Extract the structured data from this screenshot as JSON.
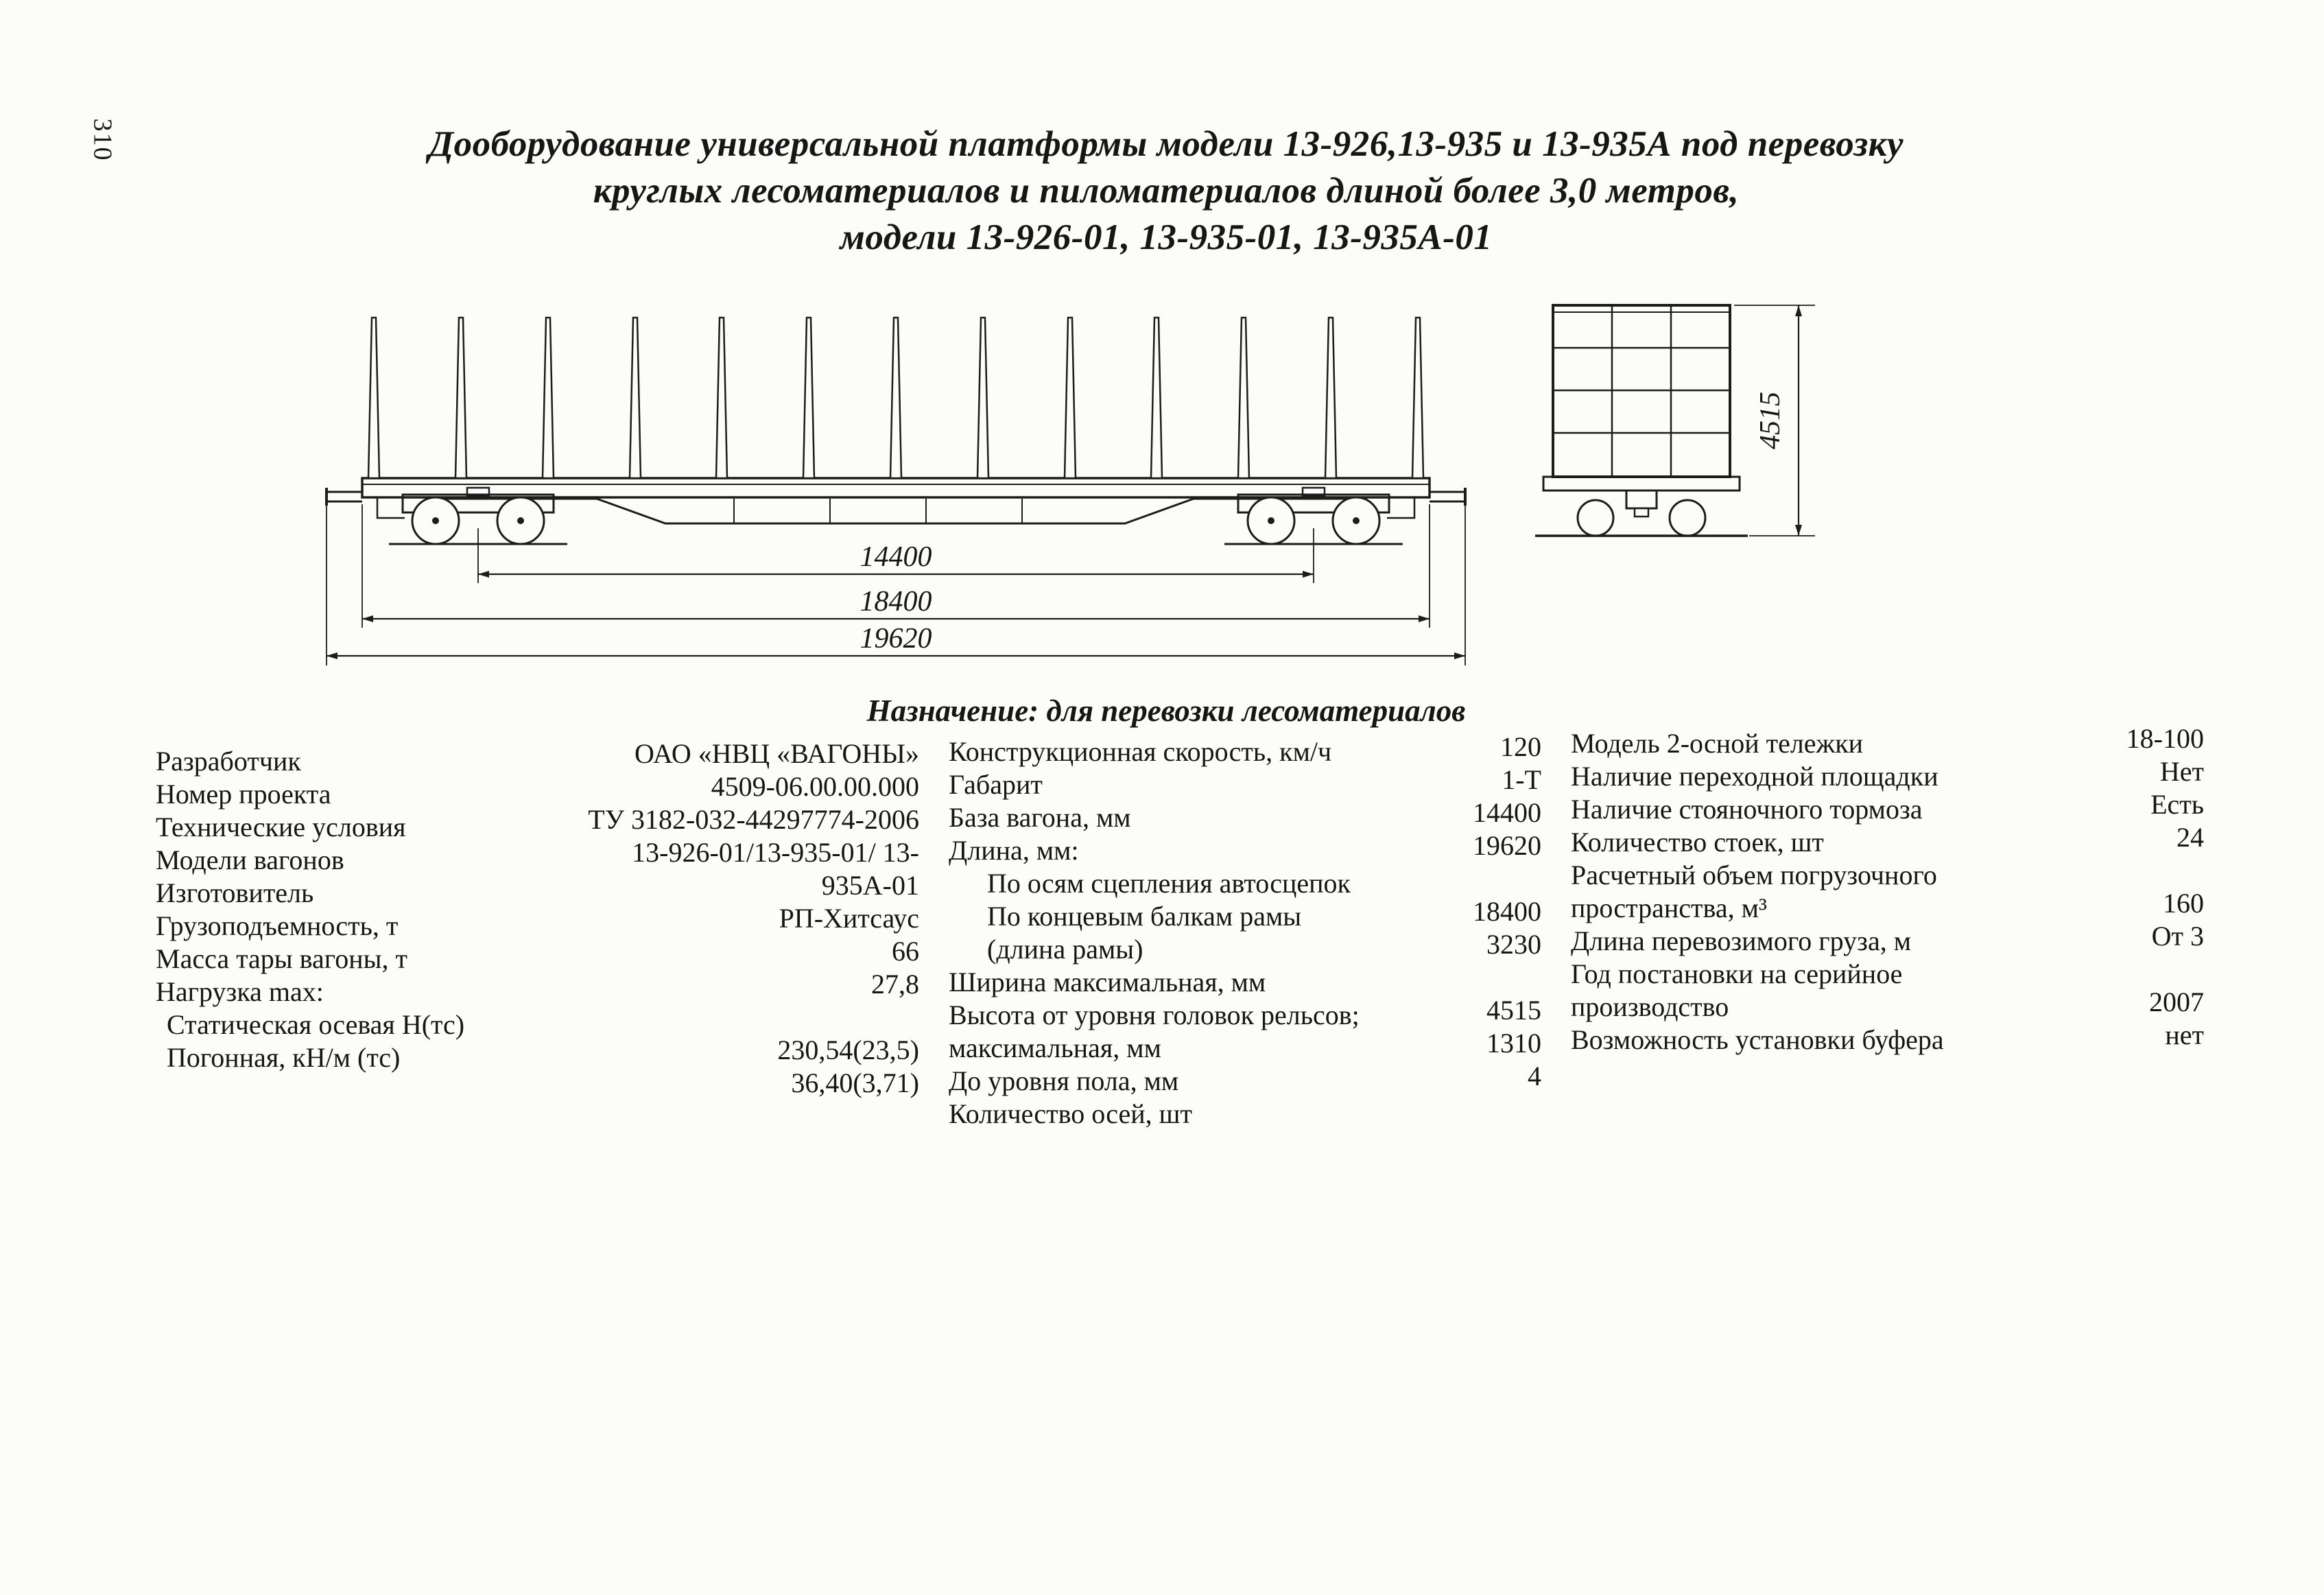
{
  "page": {
    "number": "310",
    "title_lines": [
      "Дооборудование универсальной платформы модели 13-926,13-935 и 13-935А под перевозку",
      "круглых лесоматериалов и пиломатериалов длиной более 3,0 метров,",
      "модели 13-926-01, 13-935-01, 13-935А-01"
    ],
    "purpose": "Назначение: для перевозки лесоматериалов"
  },
  "drawing": {
    "dim_bogie_base": "14400",
    "dim_frame_length": "18400",
    "dim_overall_length": "19620",
    "dim_height": "4515"
  },
  "specs": {
    "left": [
      {
        "label": "Разработчик",
        "value": "ОАО «НВЦ «ВАГОНЫ»"
      },
      {
        "label": "Номер проекта",
        "value": "4509-06.00.00.000"
      },
      {
        "label": "Технические условия",
        "value": "ТУ 3182-032-44297774-2006"
      },
      {
        "label": "Модели вагонов",
        "value": "13-926-01/13-935-01/ 13-"
      },
      {
        "label": "Изготовитель",
        "value": "935А-01"
      },
      {
        "label": "Грузоподъемность, т",
        "value": "РП-Хитсаус"
      },
      {
        "label": "Масса тары вагоны, т",
        "value": "66"
      },
      {
        "label": "Нагрузка max:",
        "value": "27,8"
      },
      {
        "label": "Статическая осевая Н(тс)",
        "value": ""
      },
      {
        "label": "Погонная, кН/м (тс)",
        "value": "230,54(23,5)"
      },
      {
        "label": "",
        "value": "36,40(3,71)"
      }
    ],
    "middle": [
      {
        "label": "Конструкционная скорость, км/ч",
        "value": "120"
      },
      {
        "label": "Габарит",
        "value": "1-Т"
      },
      {
        "label": "База вагона, мм",
        "value": "14400"
      },
      {
        "label": "Длина, мм:",
        "value": "19620"
      },
      {
        "label": "По осям сцепления автосцепок",
        "value": ""
      },
      {
        "label": "По концевым балкам рамы",
        "value": "18400"
      },
      {
        "label": "(длина рамы)",
        "value": "3230"
      },
      {
        "label": "Ширина максимальная, мм",
        "value": ""
      },
      {
        "label": "Высота от уровня головок рельсов;",
        "value": "4515"
      },
      {
        "label": "максимальная, мм",
        "value": "1310"
      },
      {
        "label": "До уровня пола, мм",
        "value": "4"
      },
      {
        "label": "Количество осей, шт",
        "value": ""
      }
    ],
    "right": [
      {
        "label": "Модель 2-осной тележки",
        "value": "18-100"
      },
      {
        "label": "Наличие переходной площадки",
        "value": "Нет"
      },
      {
        "label": "Наличие стояночного тормоза",
        "value": "Есть"
      },
      {
        "label": "Количество стоек, шт",
        "value": "24"
      },
      {
        "label": "Расчетный объем погрузочного",
        "value": ""
      },
      {
        "label": "пространства, м³",
        "value": "160"
      },
      {
        "label": "Длина перевозимого груза, м",
        "value": "От 3"
      },
      {
        "label": "Год постановки на серийное",
        "value": ""
      },
      {
        "label": "производство",
        "value": "2007"
      },
      {
        "label": "Возможность установки буфера",
        "value": "нет"
      }
    ]
  }
}
